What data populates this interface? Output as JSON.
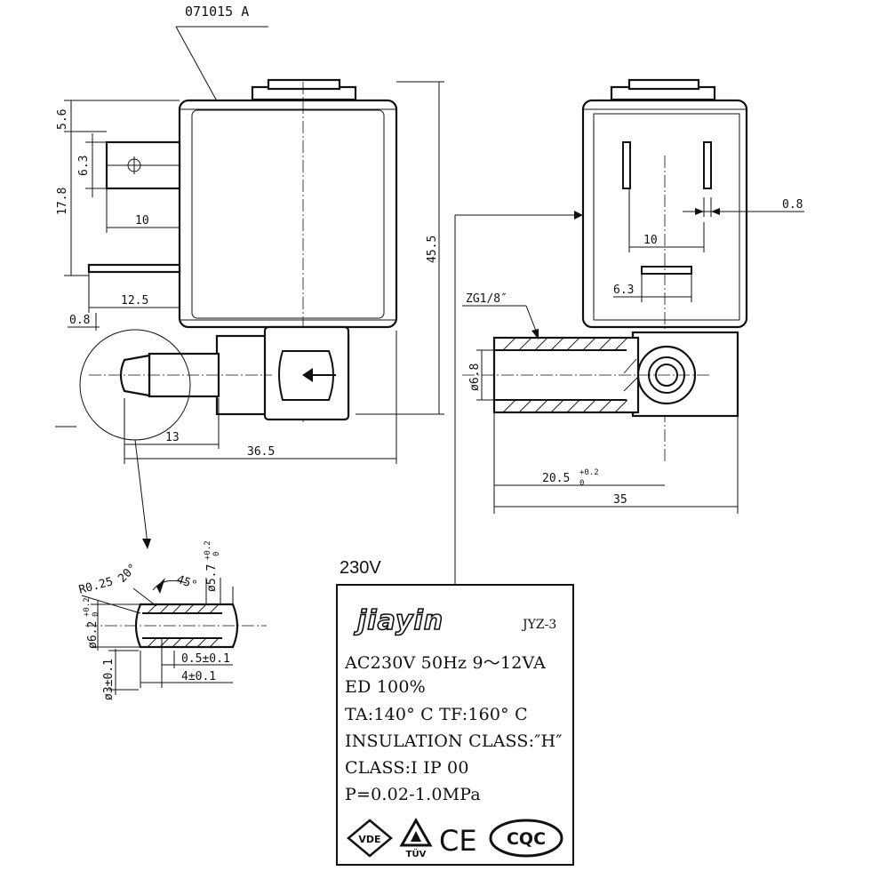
{
  "part_number": "071015 A",
  "voltage_tag": "230V",
  "dimensions": {
    "d_5_6": "5.6",
    "d_6_3_side": "6.3",
    "d_17_8": "17.8",
    "d_10_side": "10",
    "d_12_5": "12.5",
    "d_0_8_side": "0.8",
    "d_45_5": "45.5",
    "d_13": "13",
    "d_36_5": "36.5",
    "d_0_8_front": "0.8",
    "d_10_front": "10",
    "d_6_3_front": "6.3",
    "thread": "ZG1/8″",
    "d_phi_6_8": "ø6.8",
    "d_20_5": "20.5",
    "d_20_5_tol_upper": "+0.2",
    "d_20_5_tol_lower": "0",
    "d_35": "35"
  },
  "detail": {
    "r_0_25": "R0.25",
    "angle_20": "20°",
    "angle_45": "45°",
    "phi_5_7": "ø5.7",
    "phi_5_7_tol_upper": "+0.2",
    "phi_5_7_tol_lower": "0",
    "phi_6_2": "ø6.2",
    "phi_6_2_tol_upper": "+0.2",
    "phi_6_2_tol_lower": "0",
    "d_0_5": "0.5±0.1",
    "phi_3": "ø3±0.1",
    "d_4": "4±0.1"
  },
  "nameplate": {
    "brand": "jiayin",
    "model": "JYZ-3",
    "lines": [
      "AC230V 50Hz 9～12VA",
      "ED 100%",
      "TA:140° C TF:160° C",
      "INSULATION CLASS:″H″",
      "CLASS:I IP 00",
      "P=0.02-1.0MPa"
    ],
    "certifications": {
      "vde": "VDE",
      "tuv": "TÜV",
      "ce": "CE",
      "cqc": "CQC"
    }
  }
}
